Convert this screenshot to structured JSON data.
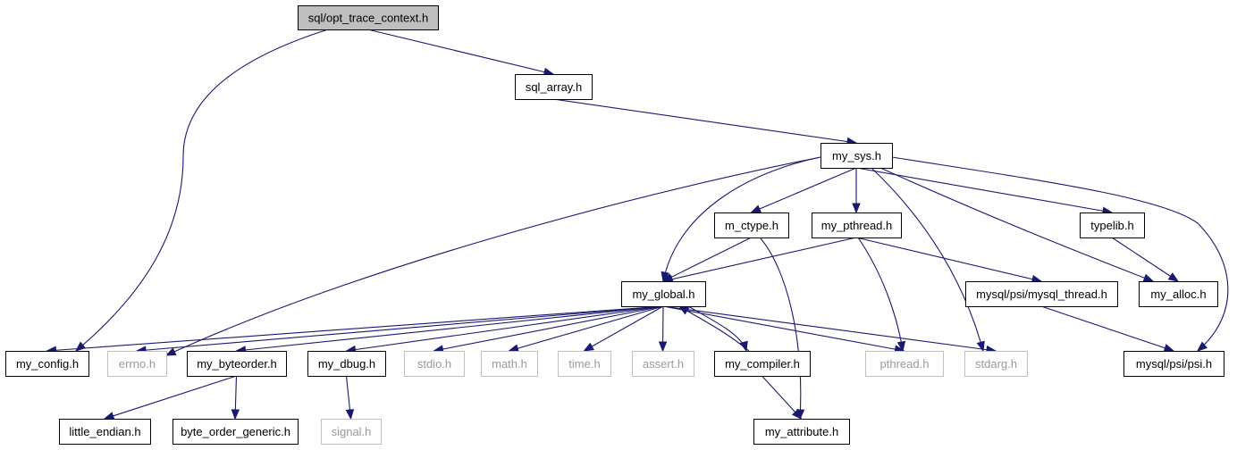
{
  "graph": {
    "nodes": [
      {
        "id": "opt_trace_context",
        "label": "sql/opt_trace_context.h",
        "kind": "root"
      },
      {
        "id": "sql_array",
        "label": "sql_array.h",
        "kind": "internal"
      },
      {
        "id": "my_sys",
        "label": "my_sys.h",
        "kind": "internal"
      },
      {
        "id": "m_ctype",
        "label": "m_ctype.h",
        "kind": "internal"
      },
      {
        "id": "my_pthread",
        "label": "my_pthread.h",
        "kind": "internal"
      },
      {
        "id": "typelib",
        "label": "typelib.h",
        "kind": "internal"
      },
      {
        "id": "my_global",
        "label": "my_global.h",
        "kind": "internal"
      },
      {
        "id": "mysql_thread",
        "label": "mysql/psi/mysql_thread.h",
        "kind": "internal"
      },
      {
        "id": "my_alloc",
        "label": "my_alloc.h",
        "kind": "internal"
      },
      {
        "id": "my_config",
        "label": "my_config.h",
        "kind": "internal"
      },
      {
        "id": "errno",
        "label": "errno.h",
        "kind": "external"
      },
      {
        "id": "my_byteorder",
        "label": "my_byteorder.h",
        "kind": "internal"
      },
      {
        "id": "my_dbug",
        "label": "my_dbug.h",
        "kind": "internal"
      },
      {
        "id": "stdio",
        "label": "stdio.h",
        "kind": "external"
      },
      {
        "id": "math",
        "label": "math.h",
        "kind": "external"
      },
      {
        "id": "time",
        "label": "time.h",
        "kind": "external"
      },
      {
        "id": "assert",
        "label": "assert.h",
        "kind": "external"
      },
      {
        "id": "my_compiler",
        "label": "my_compiler.h",
        "kind": "internal"
      },
      {
        "id": "pthread",
        "label": "pthread.h",
        "kind": "external"
      },
      {
        "id": "stdarg",
        "label": "stdarg.h",
        "kind": "external"
      },
      {
        "id": "psi",
        "label": "mysql/psi/psi.h",
        "kind": "internal"
      },
      {
        "id": "little_endian",
        "label": "little_endian.h",
        "kind": "internal"
      },
      {
        "id": "byte_order_generic",
        "label": "byte_order_generic.h",
        "kind": "internal"
      },
      {
        "id": "signal",
        "label": "signal.h",
        "kind": "external"
      },
      {
        "id": "my_attribute",
        "label": "my_attribute.h",
        "kind": "internal"
      }
    ],
    "edges": [
      [
        "opt_trace_context",
        "sql_array"
      ],
      [
        "opt_trace_context",
        "my_config"
      ],
      [
        "sql_array",
        "my_sys"
      ],
      [
        "my_sys",
        "my_global"
      ],
      [
        "my_sys",
        "m_ctype"
      ],
      [
        "my_sys",
        "my_pthread"
      ],
      [
        "my_sys",
        "typelib"
      ],
      [
        "my_sys",
        "my_alloc"
      ],
      [
        "my_sys",
        "errno"
      ],
      [
        "my_sys",
        "stdarg"
      ],
      [
        "my_sys",
        "psi"
      ],
      [
        "m_ctype",
        "my_global"
      ],
      [
        "m_ctype",
        "my_attribute"
      ],
      [
        "my_pthread",
        "my_global"
      ],
      [
        "my_pthread",
        "mysql_thread"
      ],
      [
        "my_pthread",
        "pthread"
      ],
      [
        "typelib",
        "my_alloc"
      ],
      [
        "mysql_thread",
        "psi"
      ],
      [
        "my_global",
        "my_config"
      ],
      [
        "my_global",
        "errno"
      ],
      [
        "my_global",
        "my_byteorder"
      ],
      [
        "my_global",
        "my_dbug"
      ],
      [
        "my_global",
        "stdio"
      ],
      [
        "my_global",
        "math"
      ],
      [
        "my_global",
        "time"
      ],
      [
        "my_global",
        "assert"
      ],
      [
        "my_global",
        "my_compiler"
      ],
      [
        "my_global",
        "pthread"
      ],
      [
        "my_global",
        "stdarg"
      ],
      [
        "my_compiler",
        "my_global"
      ],
      [
        "my_compiler",
        "my_attribute"
      ],
      [
        "my_byteorder",
        "little_endian"
      ],
      [
        "my_byteorder",
        "byte_order_generic"
      ],
      [
        "my_dbug",
        "signal"
      ]
    ]
  }
}
